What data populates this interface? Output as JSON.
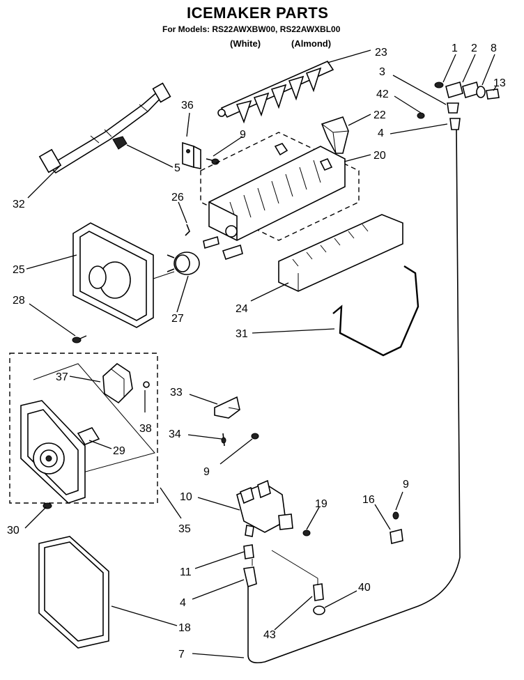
{
  "header": {
    "title": "ICEMAKER PARTS",
    "models": "For Models: RS22AWXBW00, RS22AWXBL00",
    "variant_white": "(White)",
    "variant_almond": "(Almond)"
  },
  "callouts": [
    {
      "id": "c1",
      "label": "1"
    },
    {
      "id": "c2",
      "label": "2"
    },
    {
      "id": "c8",
      "label": "8"
    },
    {
      "id": "c3",
      "label": "3"
    },
    {
      "id": "c13",
      "label": "13"
    },
    {
      "id": "c42",
      "label": "42"
    },
    {
      "id": "c22",
      "label": "22"
    },
    {
      "id": "c4a",
      "label": "4"
    },
    {
      "id": "c23",
      "label": "23"
    },
    {
      "id": "c36",
      "label": "36"
    },
    {
      "id": "c9a",
      "label": "9"
    },
    {
      "id": "c20",
      "label": "20"
    },
    {
      "id": "c5",
      "label": "5"
    },
    {
      "id": "c32",
      "label": "32"
    },
    {
      "id": "c26",
      "label": "26"
    },
    {
      "id": "c25",
      "label": "25"
    },
    {
      "id": "c28",
      "label": "28"
    },
    {
      "id": "c27",
      "label": "27"
    },
    {
      "id": "c24",
      "label": "24"
    },
    {
      "id": "c31",
      "label": "31"
    },
    {
      "id": "c37",
      "label": "37"
    },
    {
      "id": "c38",
      "label": "38"
    },
    {
      "id": "c29",
      "label": "29"
    },
    {
      "id": "c33",
      "label": "33"
    },
    {
      "id": "c34",
      "label": "34"
    },
    {
      "id": "c9b",
      "label": "9"
    },
    {
      "id": "c30",
      "label": "30"
    },
    {
      "id": "c35",
      "label": "35"
    },
    {
      "id": "c10",
      "label": "10"
    },
    {
      "id": "c19",
      "label": "19"
    },
    {
      "id": "c16",
      "label": "16"
    },
    {
      "id": "c9c",
      "label": "9"
    },
    {
      "id": "c11",
      "label": "11"
    },
    {
      "id": "c4b",
      "label": "4"
    },
    {
      "id": "c40",
      "label": "40"
    },
    {
      "id": "c18",
      "label": "18"
    },
    {
      "id": "c43",
      "label": "43"
    },
    {
      "id": "c7",
      "label": "7"
    }
  ]
}
